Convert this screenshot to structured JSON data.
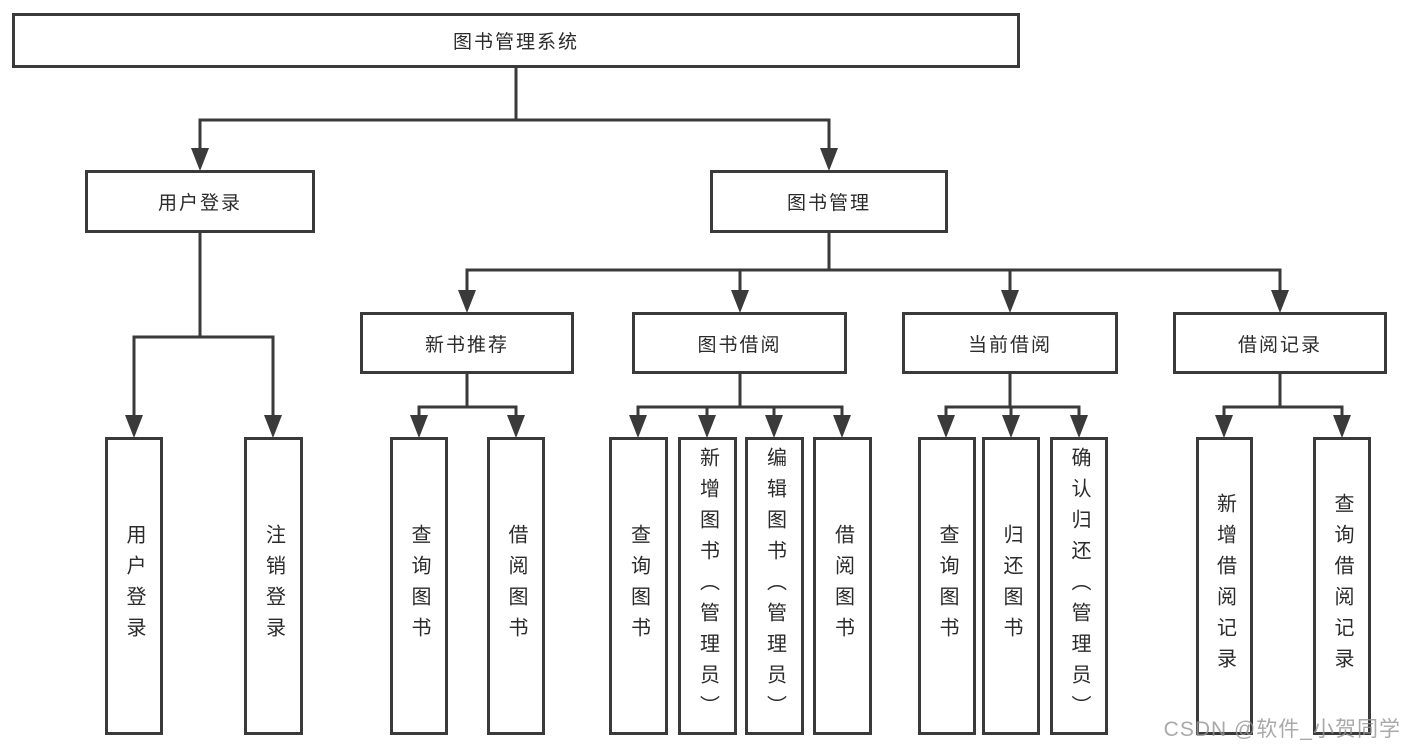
{
  "tree": {
    "root": {
      "label": "图书管理系统"
    },
    "user_login": {
      "label": "用户登录",
      "children": [
        {
          "label": "用户登录"
        },
        {
          "label": "注销登录"
        }
      ]
    },
    "book_management": {
      "label": "图书管理",
      "modules": [
        {
          "label": "新书推荐",
          "children": [
            {
              "label": "查询图书"
            },
            {
              "label": "借阅图书"
            }
          ]
        },
        {
          "label": "图书借阅",
          "children": [
            {
              "label": "查询图书"
            },
            {
              "label": "新增图书（管理员）"
            },
            {
              "label": "编辑图书（管理员）"
            },
            {
              "label": "借阅图书"
            }
          ]
        },
        {
          "label": "当前借阅",
          "children": [
            {
              "label": "查询图书"
            },
            {
              "label": "归还图书"
            },
            {
              "label": "确认归还（管理员）"
            }
          ]
        },
        {
          "label": "借阅记录",
          "children": [
            {
              "label": "新增借阅记录"
            },
            {
              "label": "查询借阅记录"
            }
          ]
        }
      ]
    }
  },
  "watermark": {
    "text": "CSDN @软件_小贺同学"
  },
  "colors": {
    "line": "#3a3a3a",
    "text": "#2b2b2b",
    "background": "#ffffff",
    "watermark": "#969696"
  }
}
